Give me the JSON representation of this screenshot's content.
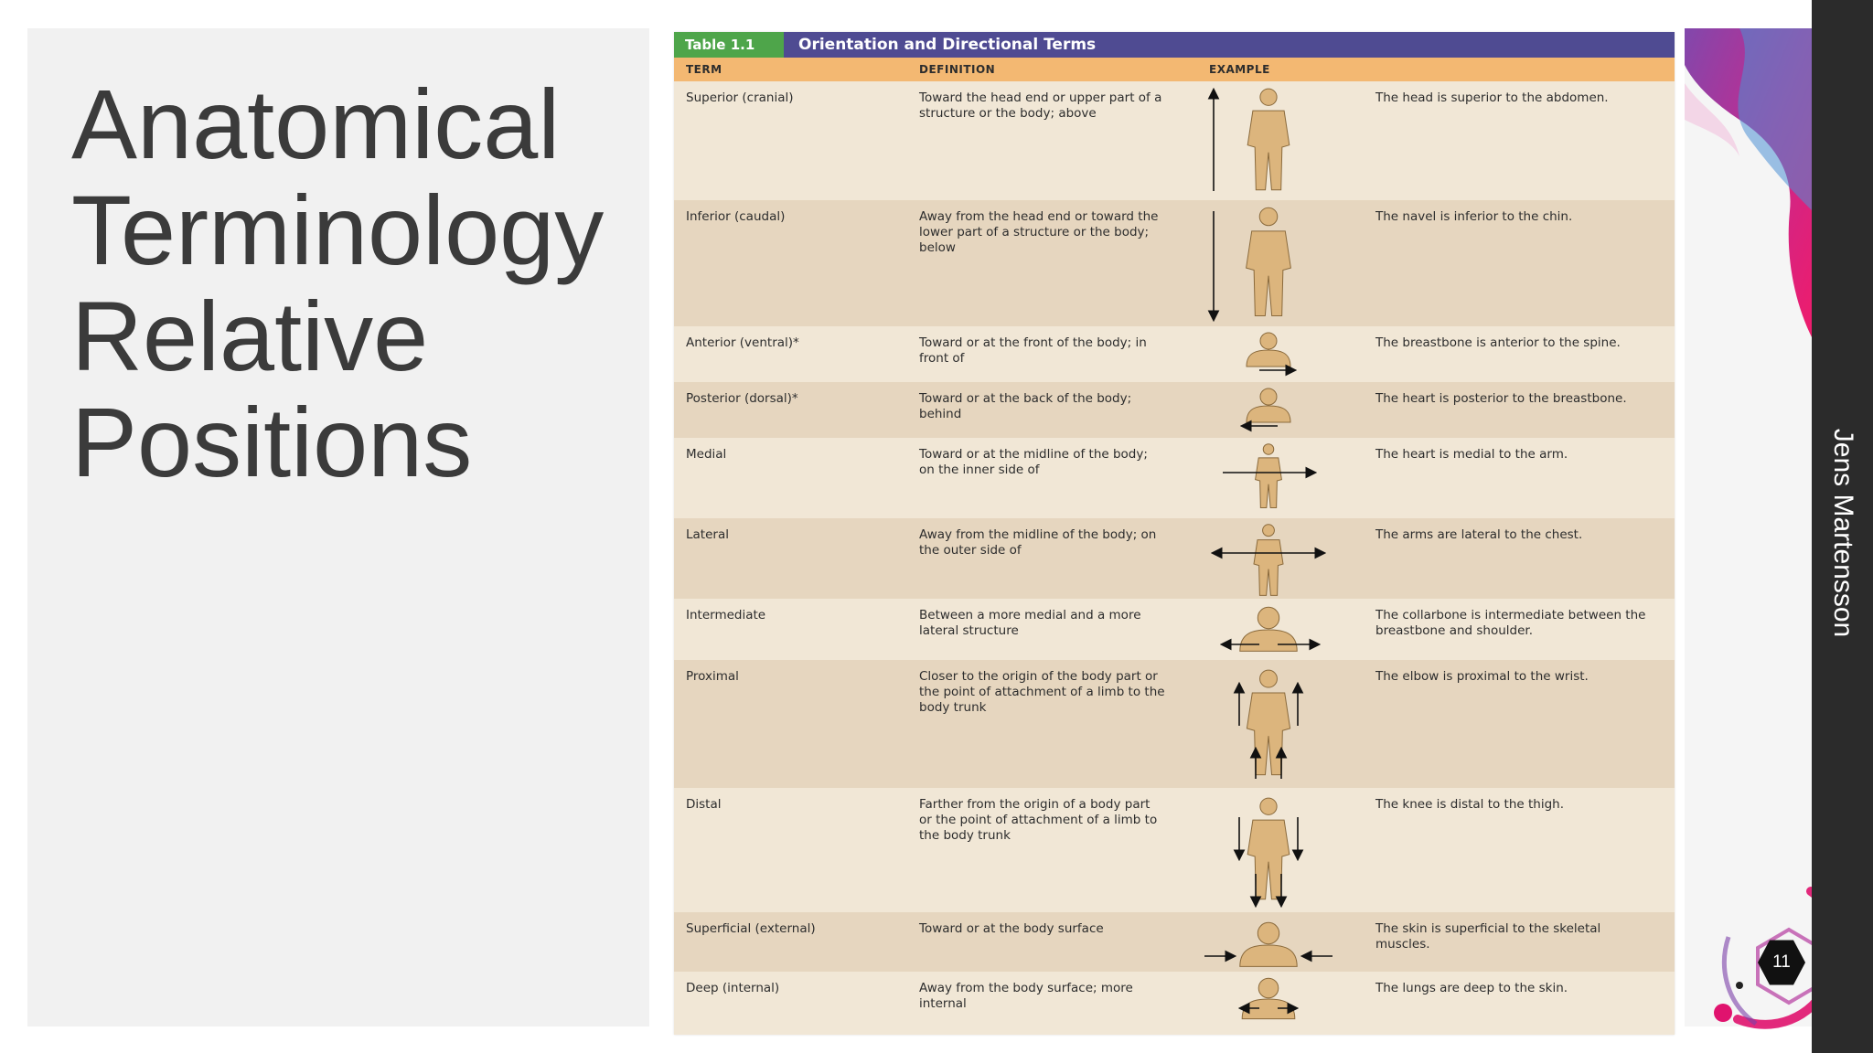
{
  "slide": {
    "title_lines": [
      "Anatomical",
      "Terminology",
      "Relative",
      "Positions"
    ],
    "author": "Jens Martensson",
    "page_number": "11"
  },
  "table": {
    "label": "Table 1.1",
    "title": "Orientation and Directional Terms",
    "columns": [
      "TERM",
      "DEFINITION",
      "EXAMPLE"
    ],
    "rows": [
      {
        "term": "Superior (cranial)",
        "definition": "Toward the head end or upper part of a structure or the body; above",
        "example": "The head is superior to the abdomen."
      },
      {
        "term": "Inferior (caudal)",
        "definition": "Away from the head end or toward the lower part of a structure or the body; below",
        "example": "The navel is inferior to the chin."
      },
      {
        "term": "Anterior (ventral)*",
        "definition": "Toward or at the front of the body; in front of",
        "example": "The breastbone is anterior to the spine."
      },
      {
        "term": "Posterior (dorsal)*",
        "definition": "Toward or at the back of the body; behind",
        "example": "The heart is posterior to the breastbone."
      },
      {
        "term": "Medial",
        "definition": "Toward or at the midline of the body; on the inner side of",
        "example": "The heart is medial to the arm."
      },
      {
        "term": "Lateral",
        "definition": "Away from the midline of the body; on the outer side of",
        "example": "The arms are lateral to the chest."
      },
      {
        "term": "Intermediate",
        "definition": "Between a more medial and a more lateral structure",
        "example": "The collarbone is intermediate between the breastbone and shoulder."
      },
      {
        "term": "Proximal",
        "definition": "Closer to the origin of the body part or the point of attachment of a limb to the body trunk",
        "example": "The elbow is proximal to the wrist."
      },
      {
        "term": "Distal",
        "definition": "Farther from the origin of a body part or the point of attachment of a limb to the body trunk",
        "example": "The knee is distal to the thigh."
      },
      {
        "term": "Superficial (external)",
        "definition": "Toward or at the body surface",
        "example": "The skin is superficial to the skeletal muscles."
      },
      {
        "term": "Deep (internal)",
        "definition": "Away from the body surface; more internal",
        "example": "The lungs are deep to the skin."
      }
    ]
  },
  "colors": {
    "title_text": "#3b3b3b",
    "table_label_bg": "#4ea54a",
    "table_title_bg": "#4f4b92",
    "header_bg": "#f3b872",
    "row_light": "#f1e7d6",
    "row_dark": "#e6d6bf",
    "figure_skin": "#dcb57d",
    "accent_magenta": "#e0136e",
    "accent_purple": "#7b3fa8",
    "sidebar_dark": "#2b2b2b"
  }
}
